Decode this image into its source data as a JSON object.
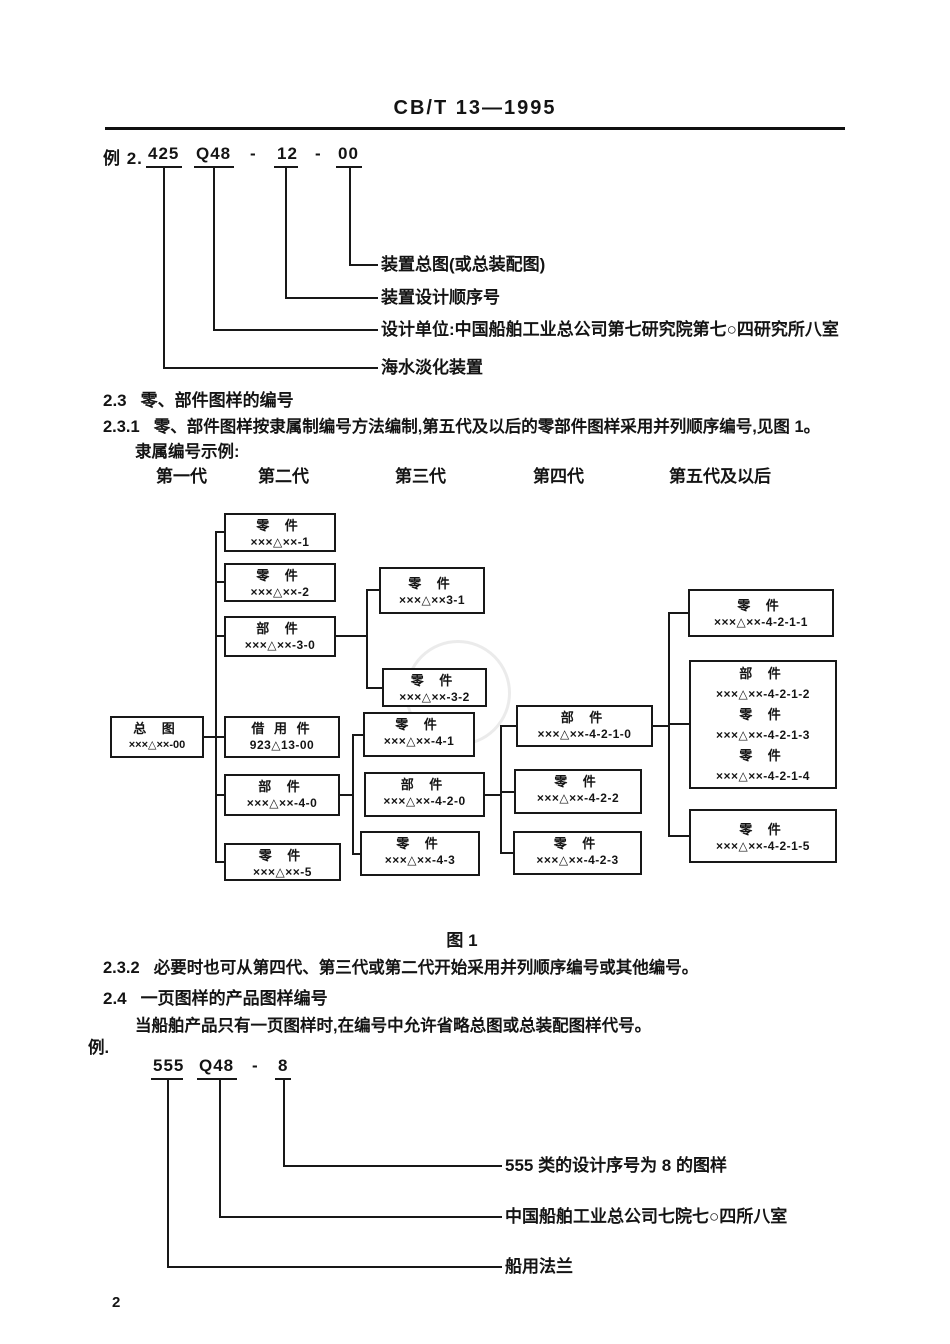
{
  "header": {
    "title": "CB/T 13—1995"
  },
  "example2": {
    "label": "例 2.",
    "p1": "425",
    "p2": "Q48",
    "dash1": "-",
    "p3": "12",
    "dash2": "-",
    "p4": "00",
    "callout1": "装置总图(或总装配图)",
    "callout2": "装置设计顺序号",
    "callout3": "设计单位:中国船舶工业总公司第七研究院第七○四研究所八室",
    "callout4": "海水淡化装置"
  },
  "sec23": {
    "num": "2.3",
    "title": "零、部件图样的编号"
  },
  "sec231": {
    "num": "2.3.1",
    "text": "零、部件图样按隶属制编号方法编制,第五代及以后的零部件图样采用并列顺序编号,见图 1。"
  },
  "sample_note": "隶属编号示例:",
  "generations": {
    "g1": "第一代",
    "g2": "第二代",
    "g3": "第三代",
    "g4": "第四代",
    "g5": "第五代及以后"
  },
  "figure": {
    "caption": "图 1",
    "boxes": [
      {
        "title": "总 图",
        "code": "×××△××-00"
      },
      {
        "title": "零 件",
        "code": "×××△××-1"
      },
      {
        "title": "零 件",
        "code": "×××△××-2"
      },
      {
        "title": "部 件",
        "code": "×××△××-3-0"
      },
      {
        "title": "借 用 件",
        "code": "923△13-00"
      },
      {
        "title": "部 件",
        "code": "×××△××-4-0"
      },
      {
        "title": "零 件",
        "code": "×××△××-5"
      },
      {
        "title": "零 件",
        "code": "×××△××3-1"
      },
      {
        "title": "零 件",
        "code": "×××△××-3-2"
      },
      {
        "title": "零 件",
        "code": "×××△××-4-1"
      },
      {
        "title": "部 件",
        "code": "×××△××-4-2-0"
      },
      {
        "title": "零 件",
        "code": "×××△××-4-3"
      },
      {
        "title": "部 件",
        "code": "×××△××-4-2-1-0"
      },
      {
        "title": "零 件",
        "code": "×××△××-4-2-2"
      },
      {
        "title": "零 件",
        "code": "×××△××-4-2-3"
      },
      {
        "title": "零 件",
        "code": "×××△××-4-2-1-1"
      },
      {
        "t1": "部 件",
        "c1": "×××△××-4-2-1-2",
        "t2": "零 件",
        "c2": "×××△××-4-2-1-3",
        "t3": "零 件",
        "c3": "×××△××-4-2-1-4"
      },
      {
        "title": "零 件",
        "code": "×××△××-4-2-1-5"
      }
    ]
  },
  "sec232": {
    "num": "2.3.2",
    "text": "必要时也可从第四代、第三代或第二代开始采用并列顺序编号或其他编号。"
  },
  "sec24": {
    "num": "2.4",
    "title": "一页图样的产品图样编号"
  },
  "para24": "当船舶产品只有一页图样时,在编号中允许省略总图或总装配图样代号。",
  "example3": {
    "label": "例.",
    "p1": "555",
    "p2": "Q48",
    "dash1": "-",
    "p3": "8",
    "callout1": "555 类的设计序号为 8 的图样",
    "callout2": "中国船舶工业总公司七院七○四所八室",
    "callout3": "船用法兰"
  },
  "page_number": "2"
}
